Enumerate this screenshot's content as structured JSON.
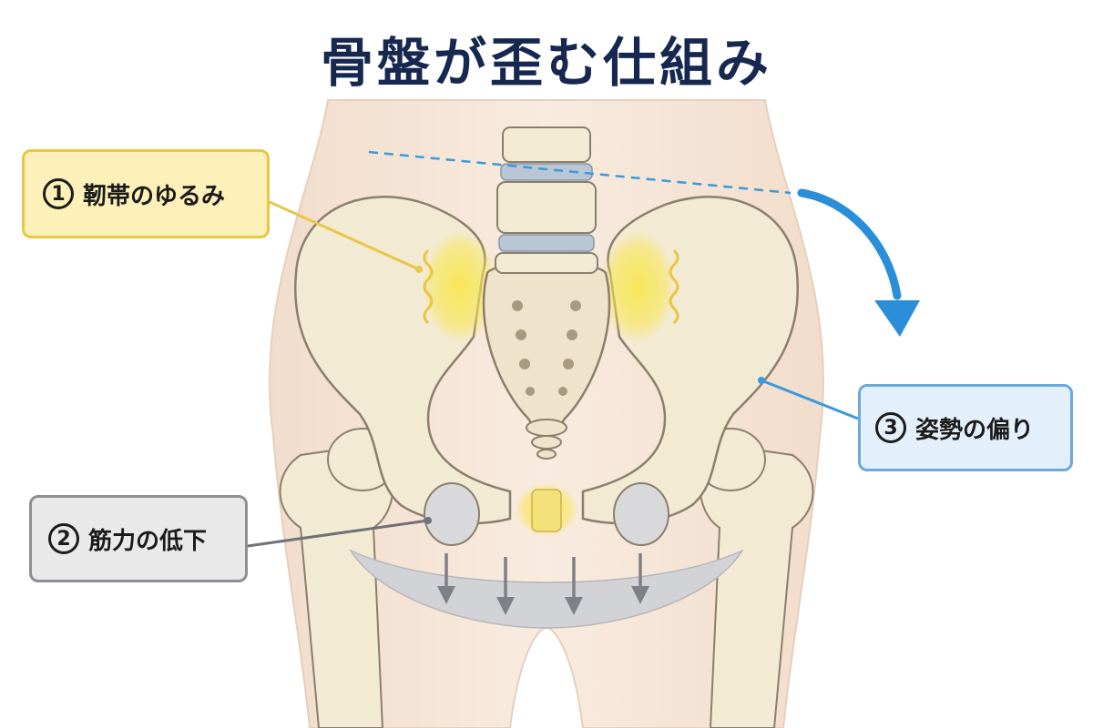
{
  "title": "骨盤が歪む仕組み",
  "callouts": [
    {
      "number": "1",
      "label": "靭帯のゆるみ",
      "color": "#e8c646"
    },
    {
      "number": "2",
      "label": "筋力の低下",
      "color": "#8d8f94"
    },
    {
      "number": "3",
      "label": "姿勢の偏り",
      "color": "#6aa9dc"
    }
  ],
  "colors": {
    "title": "#16284f",
    "bone": "#f3ead4",
    "bone_outline": "#8a7f6c",
    "skin": "#f6e6d8",
    "ligament_glow": "#f5e04a",
    "disc": "#b8c6d6",
    "muscle_sheet": "#cfd0d3",
    "tilt_arrow": "#2a8fd8",
    "down_arrows": "#7f8086"
  }
}
